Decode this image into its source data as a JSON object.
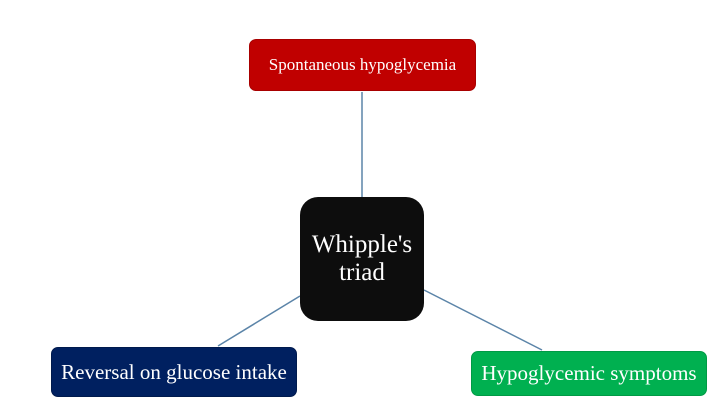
{
  "diagram": {
    "center": {
      "label_line1": "Whipple's",
      "label_line2": "triad",
      "color": "#0d0d0d"
    },
    "nodes": [
      {
        "label": "Spontaneous hypoglycemia",
        "color": "#c00000"
      },
      {
        "label": "Reversal on glucose intake",
        "color": "#002060"
      },
      {
        "label": "Hypoglycemic symptoms",
        "color": "#00b050"
      }
    ],
    "connector_color": "#5b84a8"
  }
}
